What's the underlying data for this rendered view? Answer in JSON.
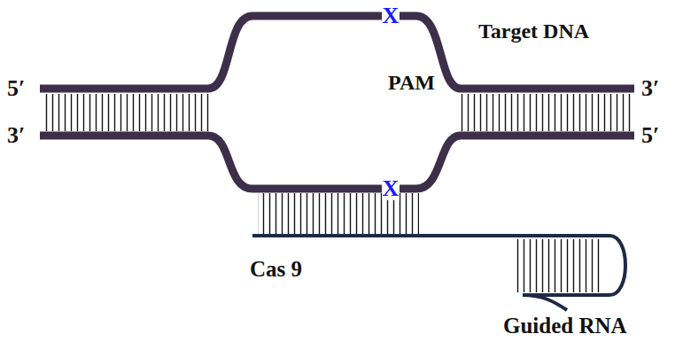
{
  "diagram": {
    "labels": [
      "5′",
      "3′",
      "Target DNA",
      "PAM",
      "3′",
      "5′",
      "X",
      "X",
      "Cas 9",
      "Guided RNA"
    ]
  }
}
